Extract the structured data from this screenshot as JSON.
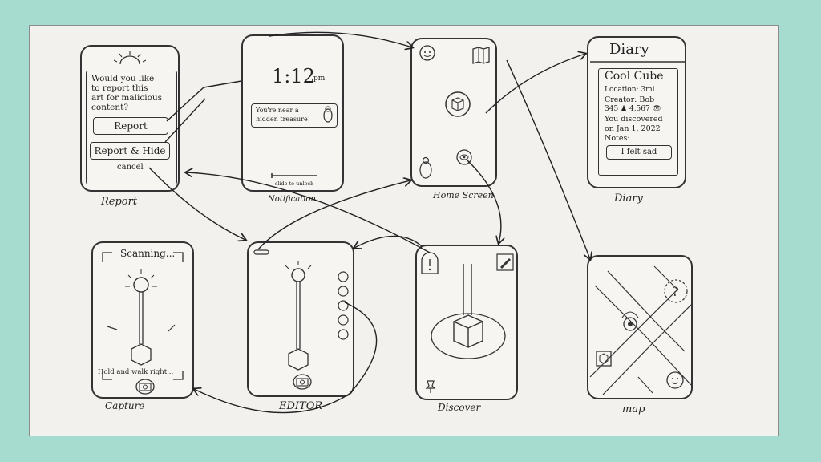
{
  "screens": {
    "report": {
      "label": "Report",
      "prompt_lines": [
        "Would you like",
        "to report this",
        "art for malicious",
        "content?"
      ],
      "report_button": "Report",
      "report_hide_button": "Report & Hide",
      "cancel": "cancel"
    },
    "notification": {
      "label": "Notification",
      "time": "1:12",
      "ampm": "pm",
      "message_lines": [
        "You're near a",
        "hidden treasure!"
      ],
      "slide_text": "slide to unlock"
    },
    "home": {
      "label": "Home Screen"
    },
    "diary": {
      "label": "Diary",
      "heading": "Diary",
      "card_title": "Cool Cube",
      "lines": [
        "Location: 3mi",
        "Creator: Bob",
        "345 ♟  4,567 👁",
        "You discovered",
        "on Jan 1, 2022",
        "Notes:"
      ],
      "note": "I felt sad"
    },
    "capture": {
      "label": "Capture",
      "scanning": "Scanning...",
      "hint": "Hold and walk right..."
    },
    "editor": {
      "label": "EDITOR"
    },
    "discover": {
      "label": "Discover"
    },
    "map": {
      "label": "map"
    }
  },
  "colors": {
    "background": "#a6dccf",
    "sheet": "#f2f1ee",
    "ink": "#222222"
  },
  "icons": [
    "face-icon",
    "map-icon",
    "cube-portal-icon",
    "turtle-icon",
    "eye-icon",
    "alert-icon",
    "pencil-icon",
    "camera-icon",
    "pin-icon",
    "question-icon",
    "sun-icon"
  ]
}
